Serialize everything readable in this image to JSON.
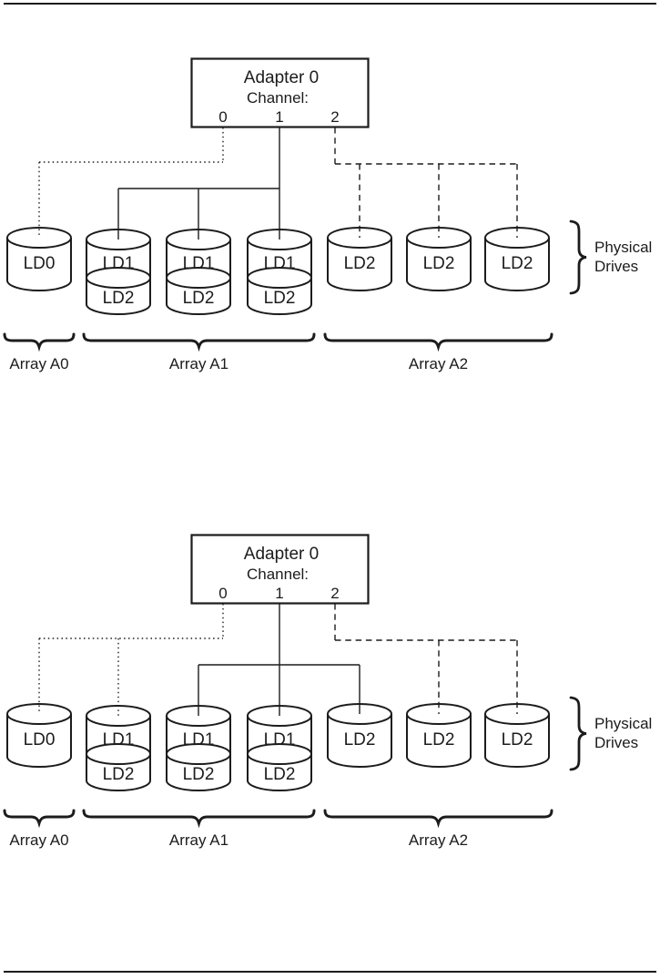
{
  "page": {
    "background": "#ffffff",
    "ink": "#1c1c1c"
  },
  "diagrams": [
    {
      "name": "channel-configuration-1",
      "adapter": {
        "title": "Adapter 0",
        "subtitle": "Channel:",
        "channels": [
          "0",
          "1",
          "2"
        ]
      },
      "drives": [
        {
          "type": "single",
          "labels": [
            "LD0"
          ]
        },
        {
          "type": "double",
          "labels": [
            "LD1",
            "LD2"
          ]
        },
        {
          "type": "double",
          "labels": [
            "LD1",
            "LD2"
          ]
        },
        {
          "type": "double",
          "labels": [
            "LD1",
            "LD2"
          ]
        },
        {
          "type": "single",
          "labels": [
            "LD2"
          ]
        },
        {
          "type": "single",
          "labels": [
            "LD2"
          ]
        },
        {
          "type": "single",
          "labels": [
            "LD2"
          ]
        }
      ],
      "connections": [
        {
          "channel": 0,
          "style": "dotted",
          "drives": [
            0
          ]
        },
        {
          "channel": 1,
          "style": "solid",
          "drives": [
            1,
            2,
            3
          ]
        },
        {
          "channel": 2,
          "style": "dashed",
          "drives": [
            4,
            5,
            6
          ]
        }
      ],
      "arrays": [
        {
          "label": "Array A0",
          "drives": [
            0
          ]
        },
        {
          "label": "Array A1",
          "drives": [
            1,
            2,
            3
          ]
        },
        {
          "label": "Array A2",
          "drives": [
            4,
            5,
            6
          ]
        }
      ],
      "brace_label": [
        "Physical",
        "Drives"
      ]
    },
    {
      "name": "channel-configuration-2",
      "adapter": {
        "title": "Adapter 0",
        "subtitle": "Channel:",
        "channels": [
          "0",
          "1",
          "2"
        ]
      },
      "drives": [
        {
          "type": "single",
          "labels": [
            "LD0"
          ]
        },
        {
          "type": "double",
          "labels": [
            "LD1",
            "LD2"
          ]
        },
        {
          "type": "double",
          "labels": [
            "LD1",
            "LD2"
          ]
        },
        {
          "type": "double",
          "labels": [
            "LD1",
            "LD2"
          ]
        },
        {
          "type": "single",
          "labels": [
            "LD2"
          ]
        },
        {
          "type": "single",
          "labels": [
            "LD2"
          ]
        },
        {
          "type": "single",
          "labels": [
            "LD2"
          ]
        }
      ],
      "connections": [
        {
          "channel": 0,
          "style": "dotted",
          "drives": [
            0,
            1
          ]
        },
        {
          "channel": 1,
          "style": "solid",
          "drives": [
            2,
            3,
            4
          ]
        },
        {
          "channel": 2,
          "style": "dashed",
          "drives": [
            5,
            6
          ]
        }
      ],
      "arrays": [
        {
          "label": "Array A0",
          "drives": [
            0
          ]
        },
        {
          "label": "Array A1",
          "drives": [
            1,
            2,
            3
          ]
        },
        {
          "label": "Array A2",
          "drives": [
            4,
            5,
            6
          ]
        }
      ],
      "brace_label": [
        "Physical",
        "Drives"
      ]
    }
  ]
}
